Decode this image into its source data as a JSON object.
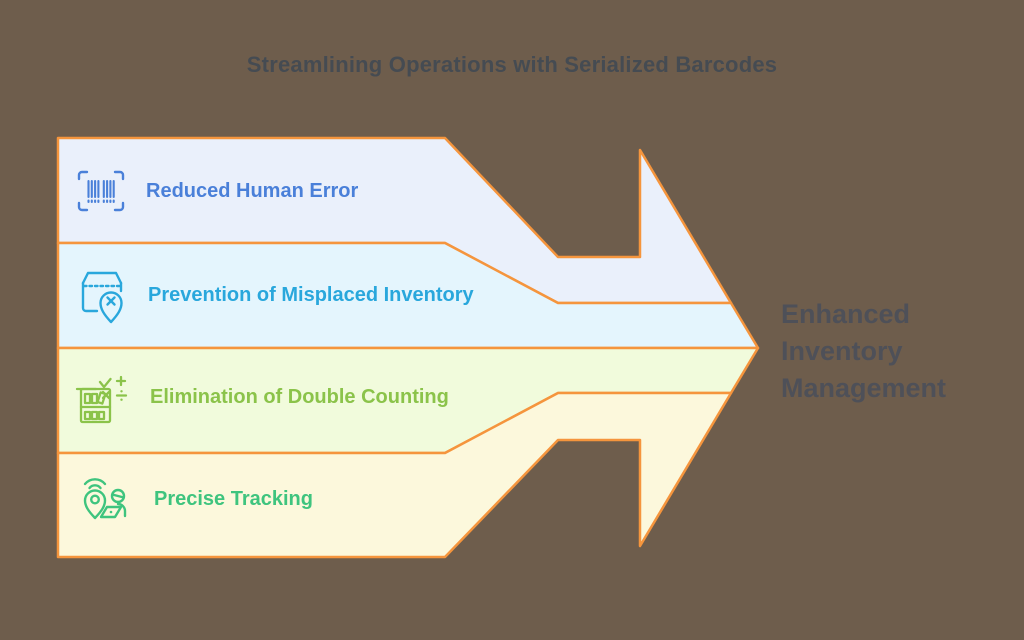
{
  "title": "Streamlining Operations with Serialized Barcodes",
  "colors": {
    "background": "#6e5d4c",
    "border": "#f5953d",
    "title_text": "#454b52",
    "result_text": "#4e5058"
  },
  "bands": [
    {
      "label": "Reduced Human Error",
      "icon": "barcode-scan-icon",
      "fill": "#eaf0fb",
      "color": "#4a80d9"
    },
    {
      "label": "Prevention of Misplaced Inventory",
      "icon": "box-location-x-icon",
      "fill": "#e4f5fd",
      "color": "#29a7dc"
    },
    {
      "label": "Elimination of Double Counting",
      "icon": "shelf-math-icon",
      "fill": "#f1fbdc",
      "color": "#8bc34a"
    },
    {
      "label": "Precise Tracking",
      "icon": "location-pin-signal-icon",
      "fill": "#fcf8dc",
      "color": "#3ec47e"
    }
  ],
  "result": {
    "label": "Enhanced Inventory Management"
  }
}
